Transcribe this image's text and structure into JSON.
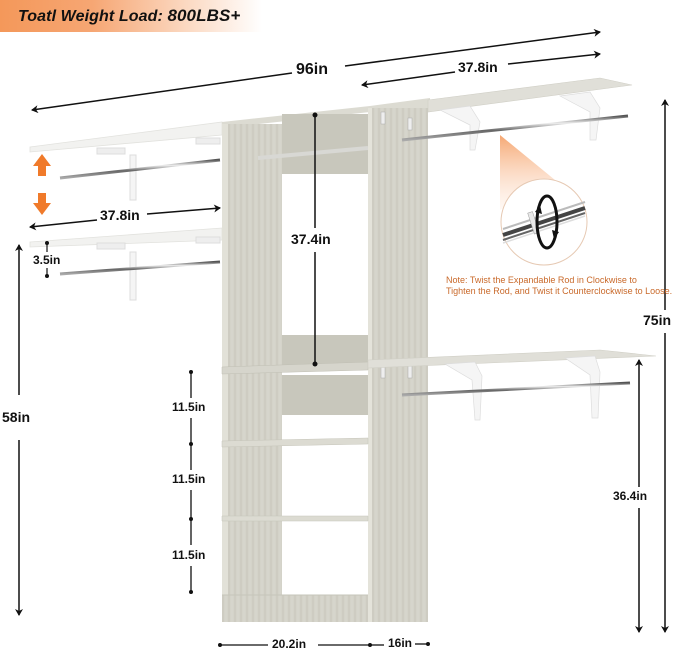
{
  "banner": {
    "label": "Toatl Weight Load:",
    "value": "800LBS+",
    "gradient_start": "#f4985a",
    "gradient_end": "#ffffff"
  },
  "dimensions": {
    "total_width": "96in",
    "right_shelf_width": "37.8in",
    "left_shelf_width": "37.8in",
    "center_opening_height": "37.4in",
    "rod_offset": "3.5in",
    "left_height": "58in",
    "total_height": "75in",
    "right_lower_height": "36.4in",
    "cubby_heights": [
      "11.5in",
      "11.5in",
      "11.5in"
    ],
    "tower_width": "20.2in",
    "tower_depth": "16in"
  },
  "note": {
    "line1": "Note: Twist the Expandable Rod in Clockwise to",
    "line2": "Tighten the Rod, and Twist it Counterclockwise to Loose."
  },
  "icons": {
    "adjust_arrows": "orange-up-down-arrows",
    "rotate": "rotate-clockwise-icon"
  },
  "colors": {
    "accent": "#f07a2a",
    "note_text": "#c9692a",
    "wood": "#d6d5cc",
    "wood_dark": "#b9b8ad",
    "shelf_white": "#f4f4f2"
  }
}
